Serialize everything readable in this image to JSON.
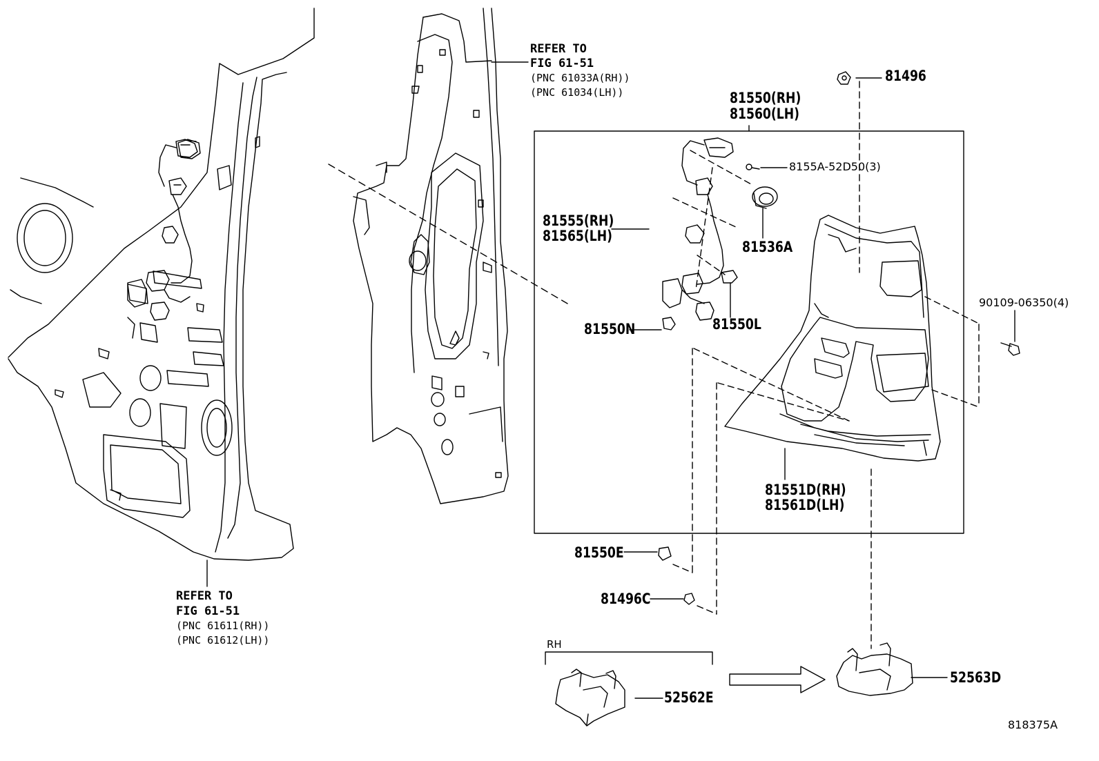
{
  "refer_blocks": {
    "pillar": {
      "line1": "REFER TO",
      "line2": "FIG 61-51",
      "line3": "(PNC 61033A(RH))",
      "line4": "(PNC 61034(LH))"
    },
    "quarter_panel": {
      "line1": "REFER TO",
      "line2": "FIG 61-51",
      "line3": "(PNC 61611(RH))",
      "line4": "(PNC 61612(LH))"
    }
  },
  "assembly": {
    "line1": "81550(RH)",
    "line2": "81560(LH)"
  },
  "parts": {
    "p81496": "81496",
    "p8155a": "8155A-52D50(3)",
    "p81555_rh": "81555(RH)",
    "p81565_lh": "81565(LH)",
    "p81536a": "81536A",
    "p90109": "90109-06350(4)",
    "p81550n": "81550N",
    "p81550l": "81550L",
    "p81551d_rh": "81551D(RH)",
    "p81561d_lh": "81561D(LH)",
    "p81550e": "81550E",
    "p81496c": "81496C",
    "p52562e": "52562E",
    "p52563d": "52563D"
  },
  "rh_tag": "RH",
  "diagram_code": "818375A"
}
